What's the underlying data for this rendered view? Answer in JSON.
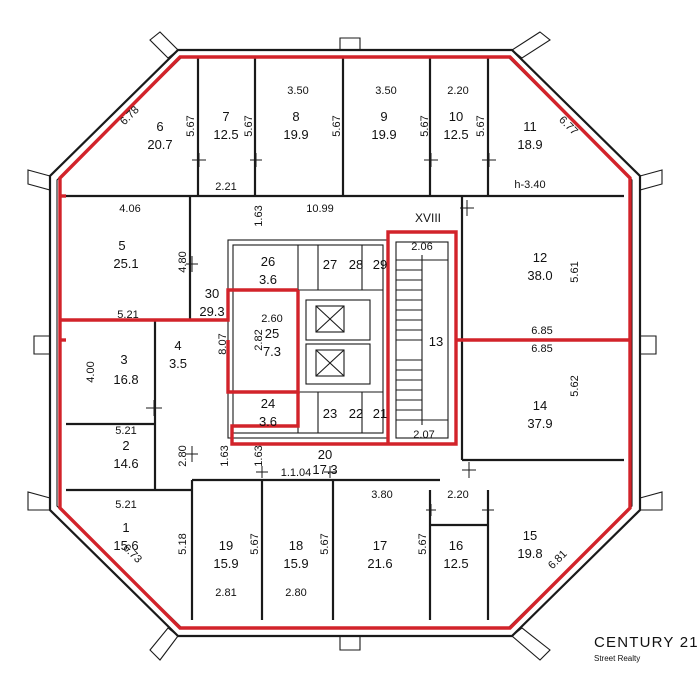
{
  "floor_code": "XVIII",
  "room_label": "h-3.40",
  "rooms": [
    {
      "id": "1",
      "area": "15.6"
    },
    {
      "id": "2",
      "area": "14.6"
    },
    {
      "id": "3",
      "area": "16.8"
    },
    {
      "id": "4",
      "area": "3.5"
    },
    {
      "id": "5",
      "area": "25.1"
    },
    {
      "id": "6",
      "area": "20.7"
    },
    {
      "id": "7",
      "area": "12.5"
    },
    {
      "id": "8",
      "area": "19.9"
    },
    {
      "id": "9",
      "area": "19.9"
    },
    {
      "id": "10",
      "area": "12.5"
    },
    {
      "id": "11",
      "area": "18.9"
    },
    {
      "id": "12",
      "area": "38.0"
    },
    {
      "id": "13",
      "area": ""
    },
    {
      "id": "14",
      "area": "37.9"
    },
    {
      "id": "15",
      "area": "19.8"
    },
    {
      "id": "16",
      "area": "12.5"
    },
    {
      "id": "17",
      "area": "21.6"
    },
    {
      "id": "18",
      "area": "15.9"
    },
    {
      "id": "19",
      "area": "15.9"
    },
    {
      "id": "20",
      "area": "17.3"
    },
    {
      "id": "21",
      "area": ""
    },
    {
      "id": "22",
      "area": ""
    },
    {
      "id": "23",
      "area": ""
    },
    {
      "id": "24",
      "area": "3.6"
    },
    {
      "id": "25",
      "area": "7.3"
    },
    {
      "id": "26",
      "area": "3.6"
    },
    {
      "id": "27",
      "area": ""
    },
    {
      "id": "28",
      "area": ""
    },
    {
      "id": "29",
      "area": ""
    },
    {
      "id": "30",
      "area": "29.3"
    }
  ],
  "dimensions": [
    "6.78",
    "5.67",
    "5.67",
    "3.50",
    "5.67",
    "3.50",
    "5.67",
    "2.20",
    "5.67",
    "6.77",
    "2.21",
    "h-3.40",
    "4.06",
    "1.63",
    "10.99",
    "2.06",
    "4.80",
    "5.61",
    "2.60",
    "2.82",
    "8.07",
    "5.21",
    "4.00",
    "6.85",
    "6.85",
    "5.62",
    "5.21",
    "2.80",
    "2.07",
    "1.63",
    "1.63",
    "1.1.04",
    "2.20",
    "5.21",
    "3.80",
    "5.18",
    "5.67",
    "5.67",
    "5.67",
    "2.81",
    "2.80",
    "6.73",
    "6.81"
  ],
  "brand": {
    "name": "CENTURY 21.",
    "sub": "Street Realty",
    "color": "#b9a99a"
  },
  "colors": {
    "outline_red": "#d2232a",
    "wall": "#1a1a1a"
  }
}
